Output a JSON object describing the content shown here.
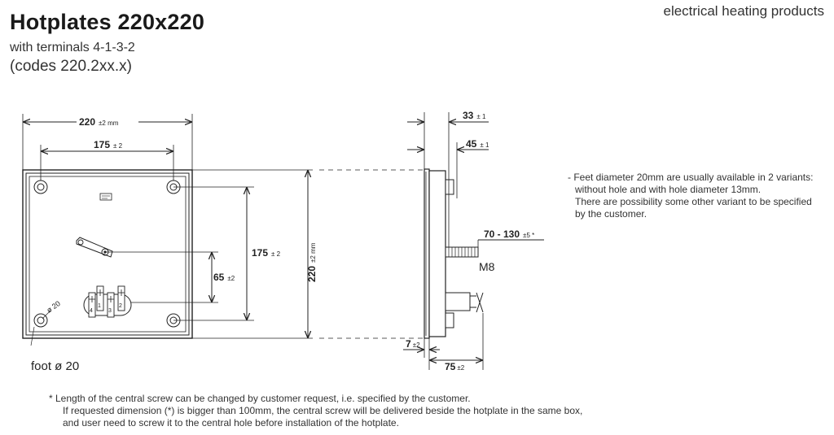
{
  "header": {
    "title": "Hotplates 220x220",
    "subtitle_terminals": "with terminals 4-1-3-2",
    "subtitle_codes": "(codes  220.2xx.x)",
    "brand": "electrical heating products"
  },
  "front_view": {
    "width_dim": "220",
    "width_tol": "±2 mm",
    "hole_spacing_dim": "175",
    "hole_spacing_tol": "± 2",
    "foot_diameter_label": "ø 20",
    "foot_label": "foot ø 20",
    "terminals": [
      "4",
      "1",
      "3",
      "2"
    ]
  },
  "center_dims": {
    "vertical_hole_dim": "175",
    "vertical_hole_tol": "± 2",
    "terminal_offset_dim": "65",
    "terminal_offset_tol": "±2",
    "height_dim": "220",
    "height_tol": "±2 mm"
  },
  "side_view": {
    "dim_33": "33",
    "dim_33_tol": "± 1",
    "dim_45": "45",
    "dim_45_tol": "± 1",
    "screw_length": "70 - 130",
    "screw_tol": "±5 *",
    "thread": "M8",
    "dim_7": "7",
    "dim_7_tol": "±2",
    "dim_75": "75",
    "dim_75_tol": "±2"
  },
  "notes": [
    "- Feet diameter 20mm are usually available in 2 variants:",
    "without hole and with hole diameter 13mm.",
    "There are possibility some other variant to be specified",
    "by the customer."
  ],
  "footnote": [
    "*  Length of the central screw can be changed by customer request, i.e. specified by the customer.",
    "If requested dimension (*) is bigger than 100mm, the central screw will be delivered beside the hotplate in the same box,",
    "and user need to screw it to the central hole before installation of the hotplate."
  ]
}
